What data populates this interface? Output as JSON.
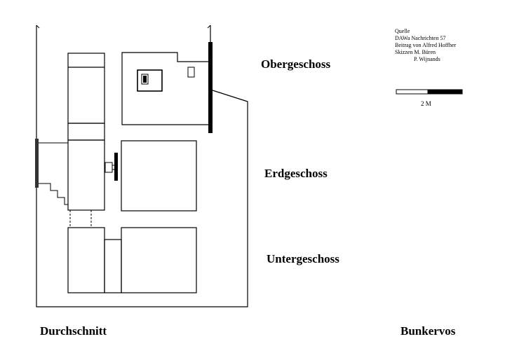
{
  "floors": {
    "upper": "Obergeschoss",
    "ground": "Erdgeschoss",
    "lower": "Untergeschoss"
  },
  "captions": {
    "section": "Durchschnitt",
    "bunker": "Bunkervos"
  },
  "credits": {
    "line1": "Quelle",
    "line2": "DAWa Nachrichten 57",
    "line3": "Beitrag von Alfred Hoffher",
    "line4": "Skizzen M. Büren",
    "line5": "P. Wijnands"
  },
  "scale": {
    "label": "2 M"
  }
}
